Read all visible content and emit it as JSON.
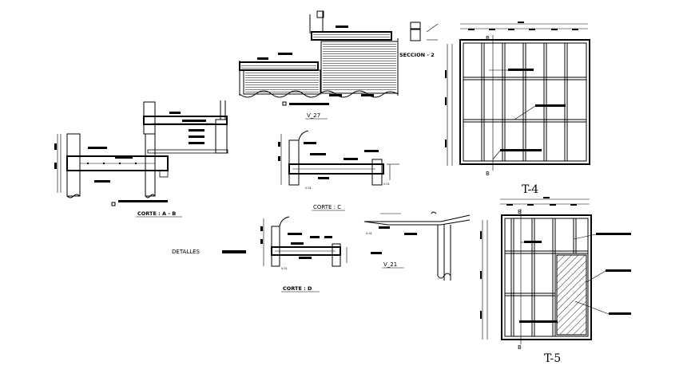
{
  "labels": {
    "v27": "V_27",
    "seccion": "SECCION - 2",
    "corte_ab": "CORTE : A - B",
    "corte_c": "CORTE : C",
    "detalles": "DETALLES",
    "v21": "V_21",
    "corte_d": "CORTE : D",
    "t4": "T-4",
    "t5": "T-5",
    "b_mark": "B",
    "v_small": "V-01"
  },
  "colors": {
    "line": "#000000",
    "background": "#ffffff"
  }
}
